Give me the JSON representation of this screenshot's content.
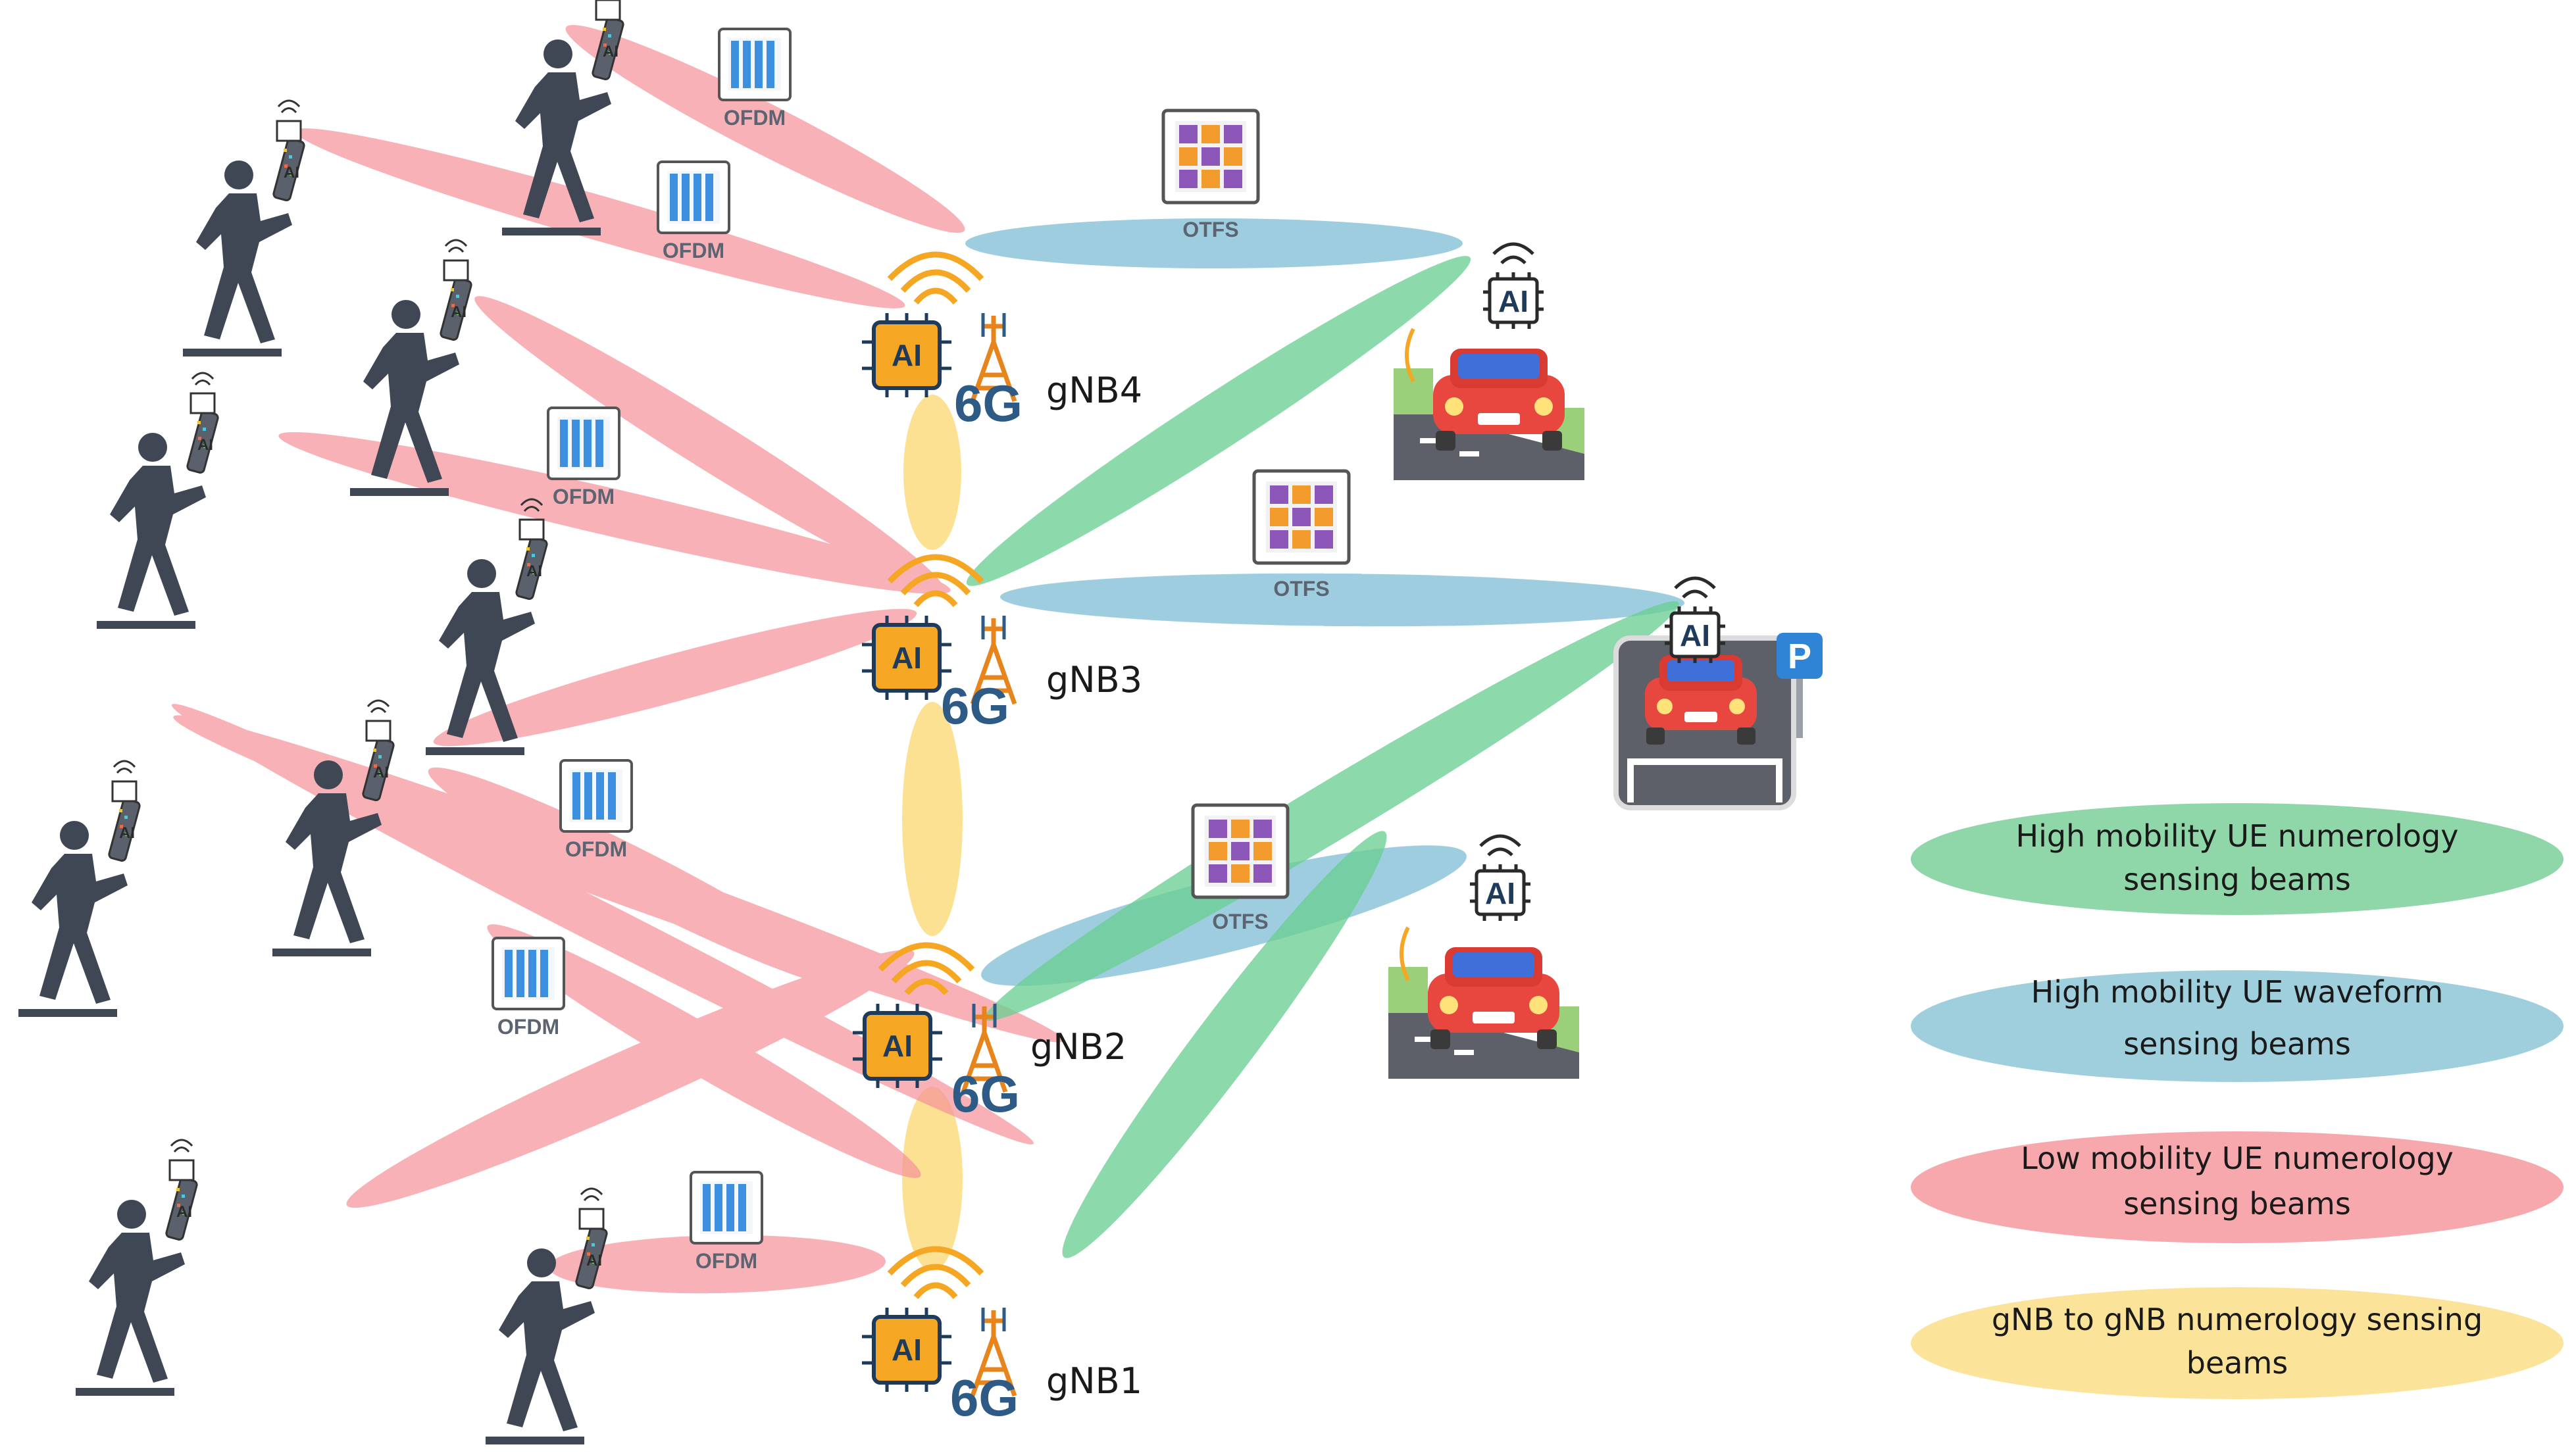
{
  "stations": [
    {
      "label": "gNB4",
      "tech": "6G",
      "chip": "AI"
    },
    {
      "label": "gNB3",
      "tech": "6G",
      "chip": "AI"
    },
    {
      "label": "gNB2",
      "tech": "6G",
      "chip": "AI"
    },
    {
      "label": "gNB1",
      "tech": "6G",
      "chip": "AI"
    }
  ],
  "waveforms": {
    "ofdm": "OFDM",
    "otfs": "OTFS"
  },
  "device_chip": "AI",
  "parking_sign": "P",
  "legend": [
    {
      "line1": "High mobility UE numerology",
      "line2": "sensing beams",
      "color": "#8fd6a8"
    },
    {
      "line1": "High mobility UE waveform",
      "line2": "sensing beams",
      "color": "#9fcfdd"
    },
    {
      "line1": "Low mobility UE numerology",
      "line2": "sensing beams",
      "color": "#f7a8ad"
    },
    {
      "line1": "gNB to gNB numerology sensing",
      "line2": "beams",
      "color": "#fbe39a"
    }
  ],
  "colors": {
    "green_beam": "#6ccf93",
    "blue_beam": "#8cc4d8",
    "red_beam": "#f5939a",
    "yellow_beam": "#fcdc80",
    "person": "#3f4654",
    "ai_chip": "#f5a623",
    "antenna": "#e8841c",
    "sixg": "#2e5b86",
    "ofdm_bars": "#3d8fe0",
    "car": "#e8473f"
  }
}
